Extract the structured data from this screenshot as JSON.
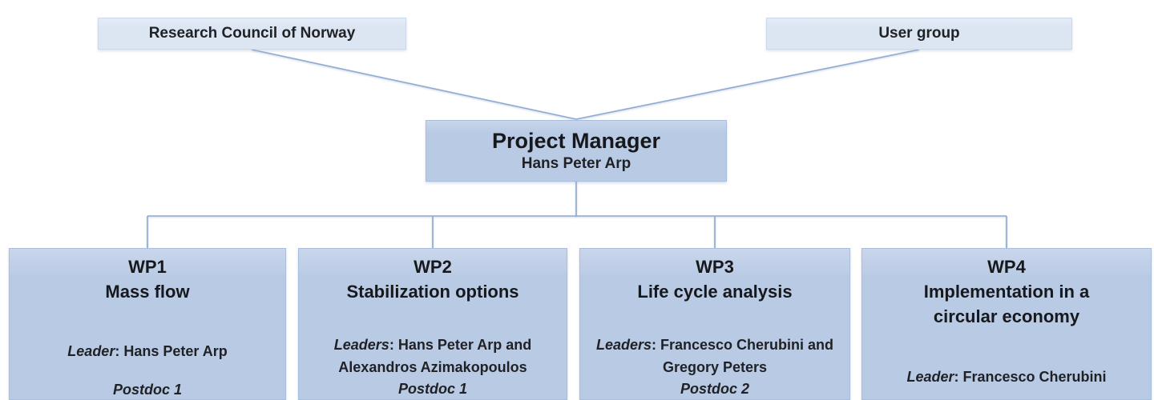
{
  "diagram": {
    "funders": [
      {
        "label": "Research Council of Norway"
      },
      {
        "label": "User group"
      }
    ],
    "project_manager": {
      "title": "Project Manager",
      "name": "Hans Peter Arp"
    },
    "work_packages": [
      {
        "id": "WP1",
        "title": "Mass flow",
        "leader_label": "Leader",
        "leader_rest": ": Hans Peter Arp",
        "postdoc": "Postdoc 1"
      },
      {
        "id": "WP2",
        "title": "Stabilization options",
        "leader_label": "Leaders",
        "leader_rest": ": Hans Peter Arp and",
        "leader_line2": "Alexandros Azimakopoulos",
        "postdoc": "Postdoc 1"
      },
      {
        "id": "WP3",
        "title": "Life cycle analysis",
        "leader_label": "Leaders",
        "leader_rest": ": Francesco Cherubini and",
        "leader_line2": "Gregory Peters",
        "postdoc": "Postdoc 2"
      },
      {
        "id": "WP4",
        "title": "Implementation in a circular economy",
        "leader_label": "Leader",
        "leader_rest": ": Francesco Cherubini"
      }
    ],
    "colors": {
      "light_box": "#dce5f2",
      "medium_box": "#b8cae4",
      "connector": "#8fa9d3",
      "text": "#1f2125"
    }
  }
}
